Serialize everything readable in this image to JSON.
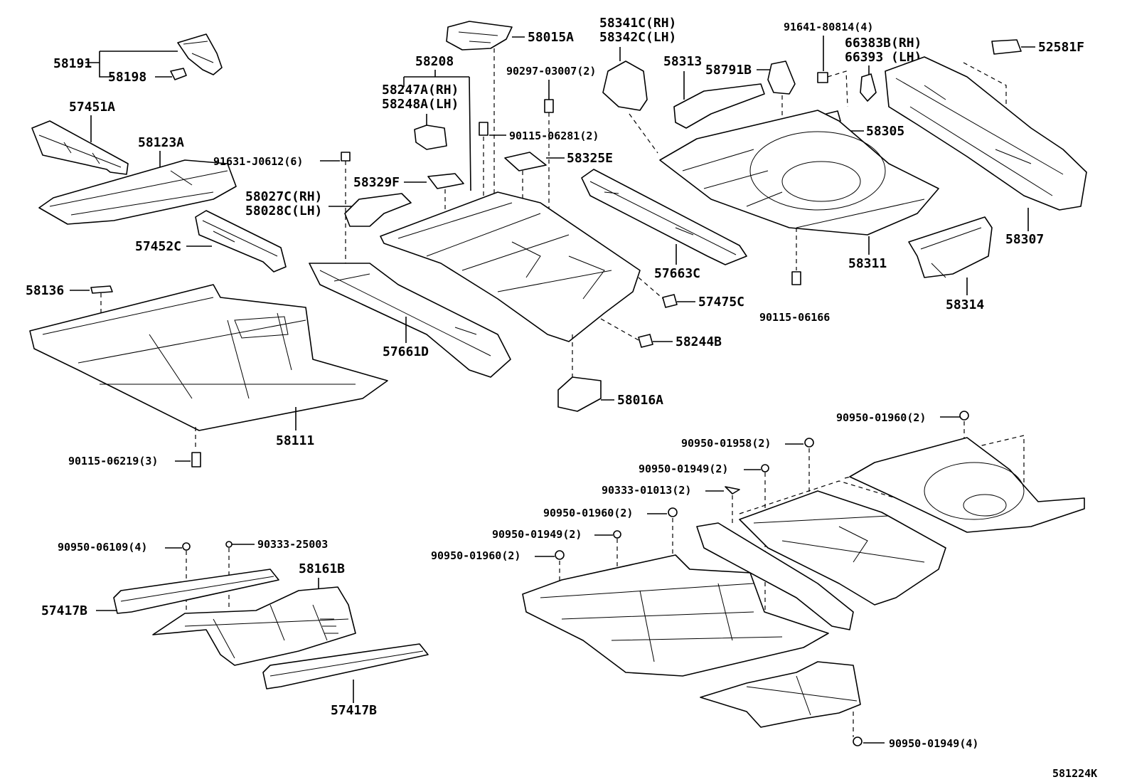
{
  "labels": {
    "p58191": "58191",
    "p58198": "58198",
    "p57451A": "57451A",
    "p58123A": "58123A",
    "p91631": "91631-J0612(6)",
    "p57452C": "57452C",
    "p58136": "58136",
    "p58111": "58111",
    "p90115_06219": "90115-06219(3)",
    "p58015A": "58015A",
    "p58208": "58208",
    "p58247A": "58247A(RH)",
    "p58248A": "58248A(LH)",
    "p90297": "90297-03007(2)",
    "p90115_06281": "90115-06281(2)",
    "p58329F": "58329F",
    "p58027C": "58027C(RH)",
    "p58028C": "58028C(LH)",
    "p58325E": "58325E",
    "p57661D": "57661D",
    "p57475C": "57475C",
    "p58244B": "58244B",
    "p58016A": "58016A",
    "p58341C": "58341C(RH)",
    "p58342C": "58342C(LH)",
    "p58313": "58313",
    "p58791B": "58791B",
    "p57663C": "57663C",
    "p91641": "91641-80814(4)",
    "p66383B": "66383B(RH)",
    "p66393": "66393  (LH)",
    "p58305": "58305",
    "p58311": "58311",
    "p90115_06166": "90115-06166",
    "p52581F": "52581F",
    "p58307": "58307",
    "p58314": "58314",
    "p90950_06109": "90950-06109(4)",
    "p90333_25003": "90333-25003",
    "p58161B": "58161B",
    "p57417B_top": "57417B",
    "p57417B_bot": "57417B",
    "p90950_01960_a": "90950-01960(2)",
    "p90950_01958": "90950-01958(2)",
    "p90950_01949_a": "90950-01949(2)",
    "p90333_01013": "90333-01013(2)",
    "p90950_01960_b": "90950-01960(2)",
    "p90950_01949_b": "90950-01949(2)",
    "p90950_01960_c": "90950-01960(2)",
    "p90950_01949_c": "90950-01949(4)",
    "ref": "581224K"
  }
}
